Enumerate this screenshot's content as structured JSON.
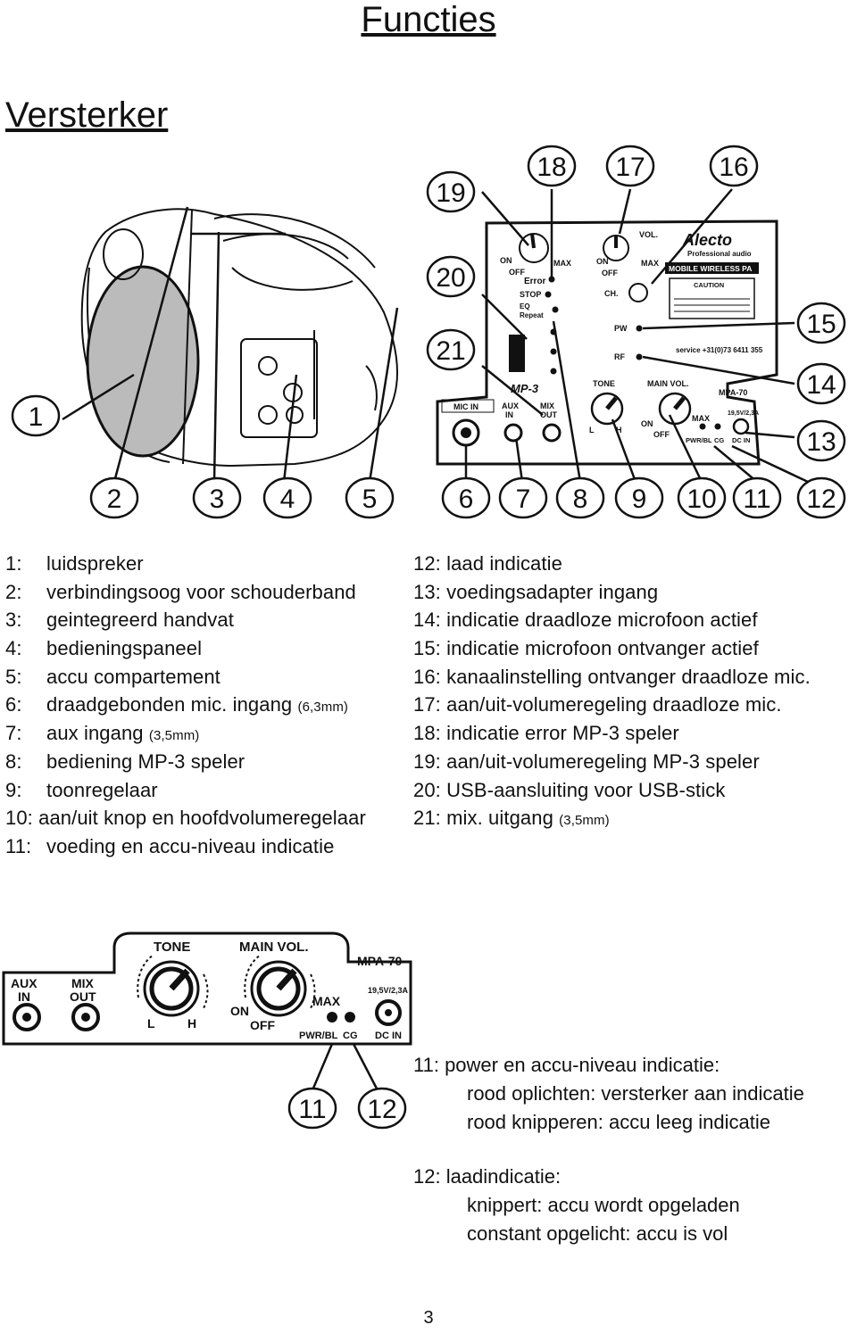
{
  "title": "Functies",
  "subtitle": "Versterker",
  "callouts_top": [
    "19",
    "18",
    "17",
    "16",
    "20",
    "21",
    "15",
    "14",
    "13",
    "1"
  ],
  "callouts_bottom": [
    "2",
    "3",
    "4",
    "5",
    "6",
    "7",
    "8",
    "9",
    "10",
    "11",
    "12"
  ],
  "panel": {
    "mic_in": "MIC IN",
    "aux_in": [
      "AUX",
      "IN"
    ],
    "mix_out": [
      "MIX",
      "OUT"
    ],
    "mp3": "MP-3",
    "on": "ON",
    "off": "OFF",
    "max": "MAX",
    "error": "Error",
    "stop": "STOP",
    "eq_repeat": [
      "EQ",
      "Repeat"
    ],
    "vol": "VOL.",
    "ch": "CH.",
    "pw": "PW",
    "rf": "RF",
    "brand": "Alecto",
    "brand_sub": "Professional audio",
    "model_title": "MOBILE WIRELESS PA",
    "caution": "CAUTION",
    "service": "service +31(0)73 6411 355",
    "tone": "TONE",
    "main_vol": "MAIN VOL.",
    "l": "L",
    "h": "H",
    "model": "MPA-70",
    "dc_rating": "19,5V/2,3A",
    "pwr_bl": "PWR/BL",
    "cg": "CG",
    "dc_in": "DC IN"
  },
  "left_list": [
    {
      "num": "1:",
      "text": "luidspreker",
      "small": ""
    },
    {
      "num": "2:",
      "text": "verbindingsoog voor schouderband",
      "small": ""
    },
    {
      "num": "3:",
      "text": "geintegreerd handvat",
      "small": ""
    },
    {
      "num": "4:",
      "text": "bedieningspaneel",
      "small": ""
    },
    {
      "num": "5:",
      "text": "accu compartement",
      "small": ""
    },
    {
      "num": "6:",
      "text": "draadgebonden mic. ingang",
      "small": "(6,3mm)"
    },
    {
      "num": "7:",
      "text": "aux ingang",
      "small": "(3,5mm)"
    },
    {
      "num": "8:",
      "text": "bediening MP-3 speler",
      "small": ""
    },
    {
      "num": "9:",
      "text": "toonregelaar",
      "small": ""
    },
    {
      "num": "10:",
      "text": "aan/uit knop en hoofdvolumeregelaar",
      "small": ""
    },
    {
      "num": "11:",
      "text": "voeding en accu-niveau indicatie",
      "small": ""
    }
  ],
  "right_list": [
    {
      "num": "12:",
      "text": "laad indicatie",
      "small": ""
    },
    {
      "num": "13:",
      "text": "voedingsadapter ingang",
      "small": ""
    },
    {
      "num": "14:",
      "text": "indicatie draadloze microfoon actief",
      "small": ""
    },
    {
      "num": "15:",
      "text": "indicatie microfoon ontvanger actief",
      "small": ""
    },
    {
      "num": "16:",
      "text": "kanaalinstelling ontvanger draadloze mic.",
      "small": ""
    },
    {
      "num": "17:",
      "text": "aan/uit-volumeregeling draadloze mic.",
      "small": ""
    },
    {
      "num": "18:",
      "text": "indicatie error MP-3 speler",
      "small": ""
    },
    {
      "num": "19:",
      "text": "aan/uit-volumeregeling MP-3 speler",
      "small": ""
    },
    {
      "num": "20:",
      "text": "USB-aansluiting voor USB-stick",
      "small": ""
    },
    {
      "num": "21:",
      "text": "mix. uitgang",
      "small": "(3,5mm)"
    }
  ],
  "zoom_callouts": [
    "11",
    "12"
  ],
  "note11": {
    "head": "11: power en accu-niveau indicatie:",
    "line1": "rood oplichten: versterker aan indicatie",
    "line2": "rood knipperen: accu leeg indicatie"
  },
  "note12": {
    "head": "12: laadindicatie:",
    "line1": "knippert: accu wordt opgeladen",
    "line2": "constant opgelicht: accu is vol"
  },
  "page_number": "3"
}
